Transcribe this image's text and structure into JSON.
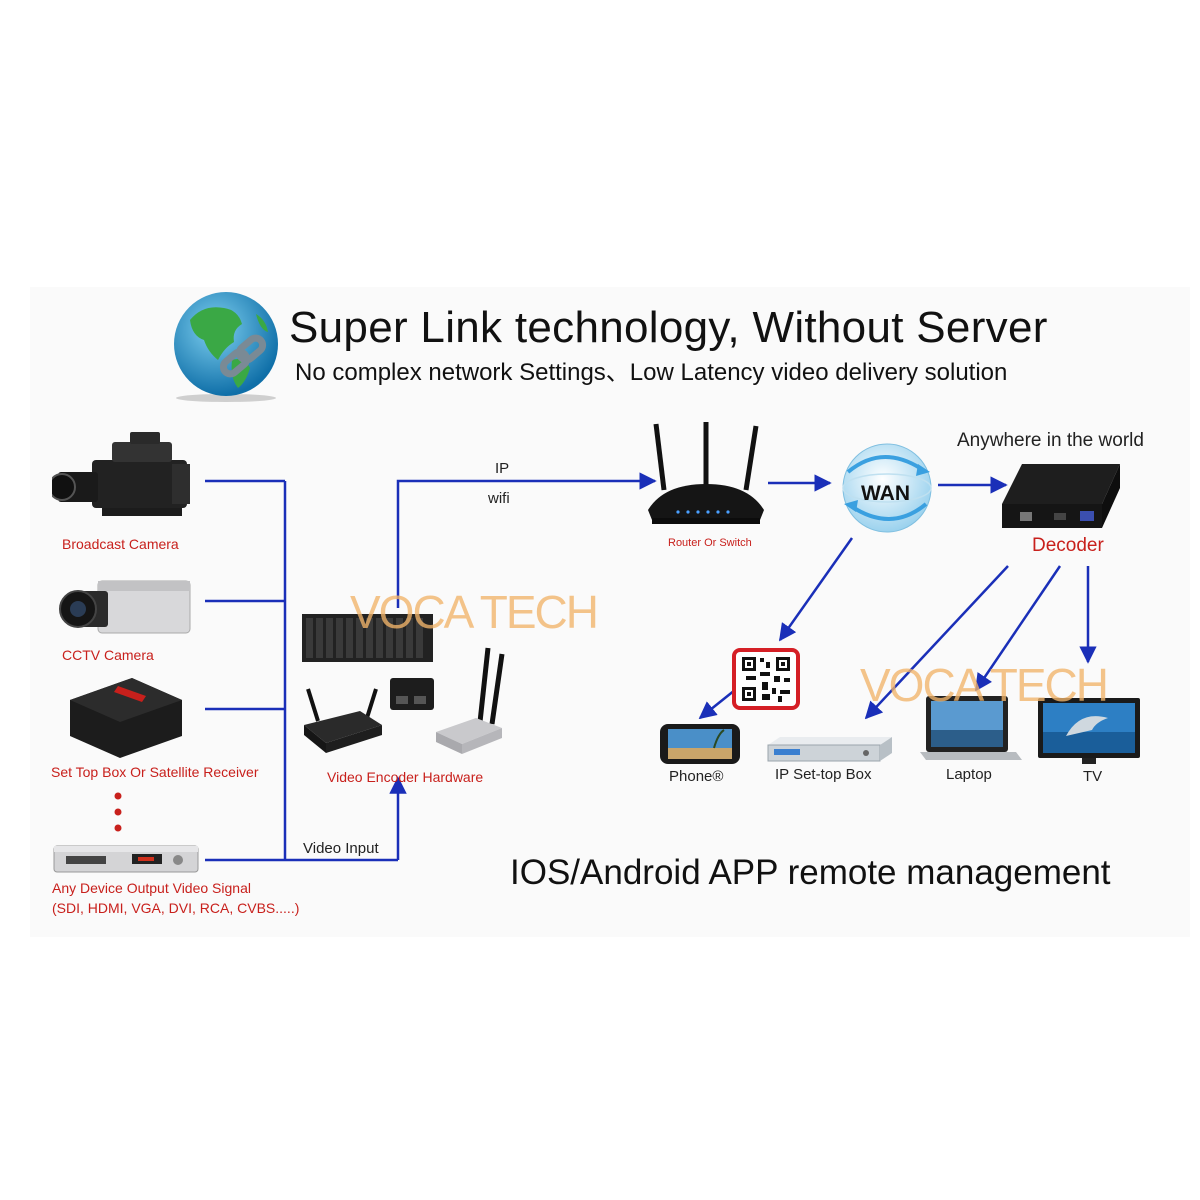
{
  "header": {
    "title": "Super Link technology, Without Server",
    "subtitle": "No complex network Settings、Low Latency video delivery solution"
  },
  "sources": {
    "broadcast_camera": "Broadcast Camera",
    "cctv_camera": "CCTV Camera",
    "set_top_box": "Set Top Box Or Satellite Receiver",
    "any_device_line1": "Any Device Output Video Signal",
    "any_device_line2": "(SDI, HDMI, VGA, DVI, RCA, CVBS.....)"
  },
  "encoder": {
    "label": "Video Encoder Hardware",
    "video_input": "Video Input",
    "ip_label": "IP",
    "wifi_label": "wifi"
  },
  "network": {
    "router_label": "Router Or Switch",
    "wan_label": "WAN",
    "anywhere_label": "Anywhere in the world",
    "decoder_label": "Decoder"
  },
  "endpoints": {
    "phone": "Phone®",
    "ip_set_top_box": "IP Set-top Box",
    "laptop": "Laptop",
    "tv": "TV"
  },
  "footer": {
    "management": "IOS/Android APP remote management"
  },
  "watermark": {
    "text": "VOCA TECH"
  },
  "colors": {
    "connector_line": "#1a2fb8",
    "label_red": "#c8201c",
    "watermark": "#f2b46a"
  }
}
